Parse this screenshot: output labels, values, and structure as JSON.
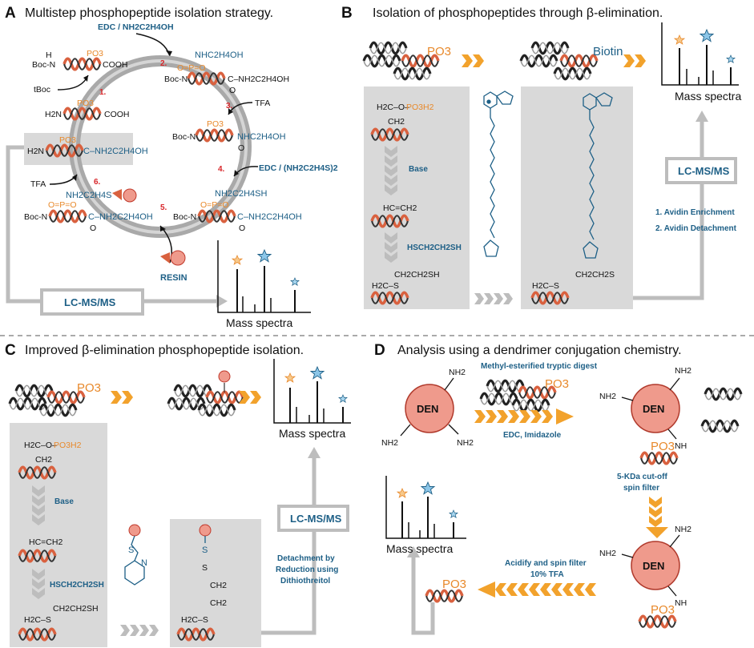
{
  "panels": {
    "a": {
      "letter": "A",
      "title": "Multistep phosphopeptide isolation strategy."
    },
    "b": {
      "letter": "B",
      "title": "Isolation of phosphopeptides through β-elimination."
    },
    "c": {
      "letter": "C",
      "title": "Improved β-elimination phosphopeptide isolation."
    },
    "d": {
      "letter": "D",
      "title": "Analysis using a dendrimer conjugation chemistry."
    }
  },
  "common": {
    "lcms": "LC-MS/MS",
    "mass_spectra": "Mass spectra",
    "po3": "PO3",
    "base": "Base",
    "thiol": "HSCH2CH2SH"
  },
  "panel_a": {
    "top_reagent": "EDC / NH2C2H4OH",
    "step_labels": [
      "1.",
      "2.",
      "3.",
      "4.",
      "5.",
      "6."
    ],
    "tboc": "tBoc",
    "tfa_right": "TFA",
    "tfa_left": "TFA",
    "edc_right": "EDC / (NH2C2H4S)2",
    "resin": "RESIN",
    "boc_n": "Boc-N",
    "h": "H",
    "cooh": "COOH",
    "h2n": "H2N",
    "c_nh": "C–NH2C2H4OH",
    "o": "O",
    "nh_oh": "NHC2H4OH",
    "p_oxo": "O=P=O",
    "nh_sh": "NH2C2H4SH",
    "nh2c2h4s": "NH2C2H4S"
  },
  "panel_b": {
    "biotin": "Biotin",
    "ch2o": "H2C–O–",
    "po3h2": "PO3H2",
    "ch2": "CH2",
    "alkene": "HC=CH2",
    "ch2ch2sh": "CH2CH2SH",
    "h2cs": "H2C–S",
    "ch2ch2s": "CH2CH2S",
    "avidin1": "1. Avidin Enrichment",
    "avidin2": "2. Avidin Detachment"
  },
  "panel_c": {
    "ch2o": "H2C–O–",
    "po3h2": "PO3H2",
    "ch2": "CH2",
    "alkene": "HC=CH2",
    "ch2ch2sh": "CH2CH2SH",
    "h2cs": "H2C–S",
    "s": "S",
    "n": "N",
    "detach": [
      "Detachment by",
      "Reduction using",
      "Dithiothreitol"
    ]
  },
  "panel_d": {
    "den": "DEN",
    "nh2": "NH2",
    "nh": "NH",
    "methyl": "Methyl-esterified tryptic digest",
    "edc": "EDC, Imidazole",
    "cutoff": [
      "5-KDa cut-off",
      "spin filter"
    ],
    "acidify": [
      "Acidify and spin filter",
      "10% TFA"
    ]
  },
  "colors": {
    "orange": "#e8892b",
    "blue": "#1d5f86",
    "red": "#d8262a",
    "gray_box": "#d9d9d9",
    "helix_red": "#d9613f",
    "helix_dark": "#333333",
    "bead": "#ef9a8c"
  }
}
